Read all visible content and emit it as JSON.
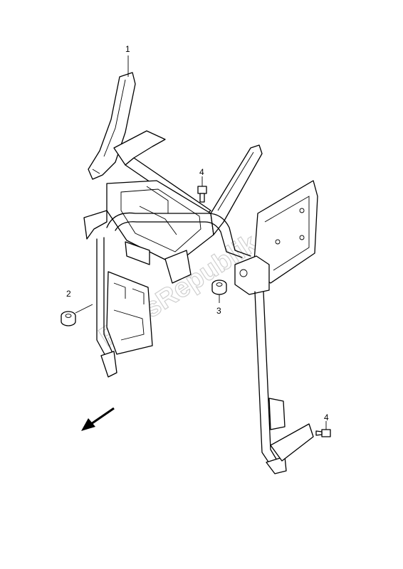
{
  "labels": {
    "part_1": "1",
    "part_2": "2",
    "part_3": "3",
    "part_4_top": "4",
    "part_4_bottom": "4"
  },
  "watermark": "PartsRepublik",
  "colors": {
    "line": "#000000",
    "background": "#ffffff",
    "watermark": "#cfcfcf"
  },
  "icons": {
    "direction": "arrow-down-left-icon"
  }
}
